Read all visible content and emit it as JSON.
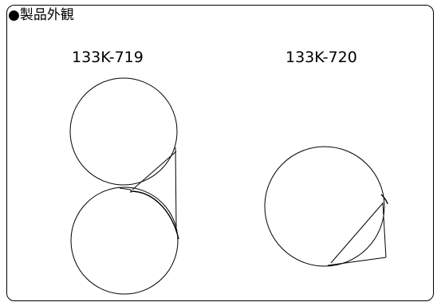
{
  "section": {
    "title": "●製品外観"
  },
  "products": [
    {
      "model": "133K-719"
    },
    {
      "model": "133K-720"
    }
  ]
}
